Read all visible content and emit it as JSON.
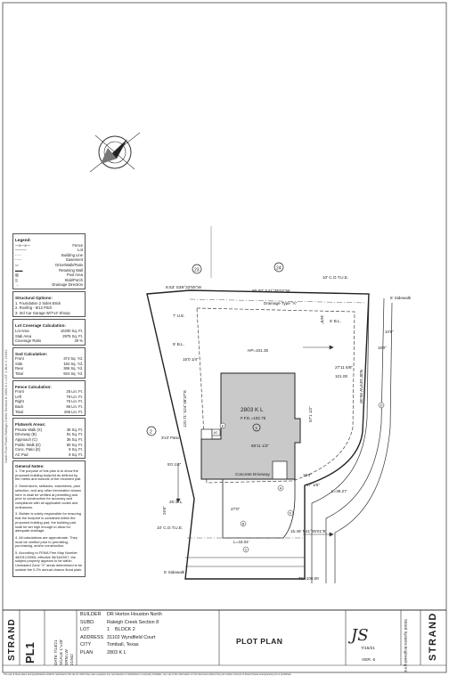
{
  "legend": {
    "title": "Legend:",
    "items": [
      "Fence",
      "Lot",
      "Building Line",
      "Easement",
      "Drive/Walk/Patio",
      "Retaining Wall",
      "Pool Area",
      "Slab/Porch",
      "Drainage Direction"
    ]
  },
  "structural": {
    "title": "Structural Options:",
    "lines": [
      "1. Foundation 2 Sides Brick",
      "2. Roofing - 8/12 Pitch",
      "3. 3rd Car Garage W/7'x3' Shoop"
    ]
  },
  "coverage": {
    "title": "Lot Coverage Calculation:",
    "rows": [
      [
        "Lot Area",
        "10200 Sq. Ft."
      ],
      [
        "Slab Area",
        "2975 Sq. Ft."
      ],
      [
        "Coverage Ratio",
        "29 %"
      ]
    ]
  },
  "sod": {
    "title": "Sod Calculation:",
    "rows": [
      [
        "Front",
        "374 Sq. Yd."
      ],
      [
        "Side",
        "184 Sq. Yd."
      ],
      [
        "Rear",
        "366 Sq. Yd."
      ],
      [
        "Total",
        "924 Sq. Yd."
      ]
    ]
  },
  "fence": {
    "title": "Fence Calculation:",
    "rows": [
      [
        "Front",
        "25 Lin. Ft."
      ],
      [
        "Left",
        "79 Lin. Ft."
      ],
      [
        "Right",
        "76 Lin. Ft."
      ],
      [
        "Back",
        "86 Lin. Ft."
      ],
      [
        "Total",
        "266 Lin. Ft."
      ]
    ]
  },
  "flatwork": {
    "title": "Flatwork Areas:",
    "rows": [
      [
        "Private Walk (X)",
        "36 Sq. Ft."
      ],
      [
        "Driveway (B)",
        "91 Sq. Ft."
      ],
      [
        "Approach (C)",
        "36 Sq. Ft."
      ],
      [
        "Public Walk (D)",
        "60 Sq. Ft."
      ],
      [
        "Conc. Patio (E)",
        "9 Sq. Ft."
      ],
      [
        "AC Pad",
        "9 Sq. Ft."
      ]
    ]
  },
  "notes": {
    "title": "General Notes:",
    "items": [
      "1. The purpose of this plan is to show the proposed building footprint as defined by the metes and bounds of the recorded plat.",
      "2. Dimensions, setbacks, easements, plan selection, and any other information shown here in shall be verified at permitting and prior to construction for accuracy and compliance with all applicable codes and ordinances.",
      "3. Builder is solely responsible for ensuring that the footprint is contained within the proposed building pad, the building pad shall be set high enough to allow for adequate drainage.",
      "4. All calculations are approximate. They must be verified prior to permitting, purchasing, and/or construction.",
      "5. According to FEMA Firm Map Number 48201C0090L effective 06/18/2007, the subject property appears to be within Unshaded Zone \"X\" areas determined to be outside the 0.2% annual chance flood plain."
    ]
  },
  "plan": {
    "lot_23": "23",
    "lot_24": "24",
    "lot_2": "2",
    "top_bearing_left": "8.53' S39°32'55\"W",
    "top_bearing_right": "80.00' S41°35'01\"W",
    "cotue_top": "10' C.O.T.U.E.",
    "drainage": "Drainage Type \"A\"",
    "ue_left": "7' U.E.",
    "bl_left": "5' B.L.",
    "bl_right": "5' B.L.",
    "sidewalk_right": "5' Sidewalk",
    "dim_15_04": "15'0 1/4\"",
    "dim_36_8": "36'8\"",
    "dim_10_6": "10'6\"",
    "dim_16_0": "16'0\"",
    "hp": "HP=101.35",
    "dim_27_11": "27'11 5/8\"",
    "dim_101": "101.00",
    "left_bearing": "120.71' S24°48'37\"E",
    "right_bearing": "N48°43'9\"W 95.00'",
    "plan_name": "2803 K L",
    "ffe": "F.F.E.=102.75",
    "lot_number": "1",
    "dim_57_1": "57'1 1/2\"",
    "dim_58_11": "58'11 1/2\"",
    "patio": "3'x3' Patio",
    "ac": "AC",
    "dim_5_04": "5'0 1/4\"",
    "driveway": "Concrete Driveway",
    "dim_15_0": "15'0\"",
    "dim_25_6": "25'6\"",
    "bl_front": "25' B.L.",
    "dim_27_0": "27'0\"",
    "dim_17": "17' 1/8\"",
    "cotue_bottom": "10' C.O.T.U.E.",
    "curve": "L=39.27'",
    "arc": "L=43.04'",
    "bottom_bearing": "15.45' N41°35'01\"E",
    "sidewalk_left": "5' Sidewalk",
    "tc": "TC=100.00",
    "tags": [
      "A",
      "B",
      "C",
      "D",
      "E",
      "F"
    ]
  },
  "titleblock": {
    "builder_k": "BUILDER",
    "builder_v": "DR Horton Houston North",
    "subd_k": "SUBD.",
    "subd_v": "Raleigh Creek Section 8",
    "lot_k": "LOT",
    "lot_v": "1",
    "block_k": "BLOCK",
    "block_v": "2",
    "address_k": "ADDRESS",
    "address_v": "31102 Wyndfield Court",
    "city_k": "CITY",
    "city_v": "Tomball, Texas",
    "plan_k": "PLAN",
    "plan_v": "2803 K L",
    "ver_k": "VER.",
    "ver_v": "6",
    "title": "PLOT PLAN",
    "sheet": "PL1",
    "strand_left": "STRAND",
    "job": "21942",
    "date_k": "DATE",
    "date_v": "7/14/21",
    "scale_k": "SCALE",
    "scale_v": "1\"=20'",
    "drn_k": "DRN",
    "drn_v": "LW",
    "strand_right": "STRAND",
    "signature": "JS",
    "sig_date": "7/15/21",
    "firm": "Strand Systems Engineering Inc",
    "disclaimer": "The use of these plans and specifications shall be restricted to the site for which they were prepared. Any reproduction or distribution is expressly forbidden. Any use of the information on this document without the prior written consent of Strand Systems Engineering Inc is prohibited.",
    "side_stamp": "North Pool Plans Raleigh Creek Section 8 2803 K L LOT 1 BLK 2 21942"
  },
  "colors": {
    "slab": "#c9c9c9",
    "line": "#222222",
    "paper": "#ffffff"
  }
}
